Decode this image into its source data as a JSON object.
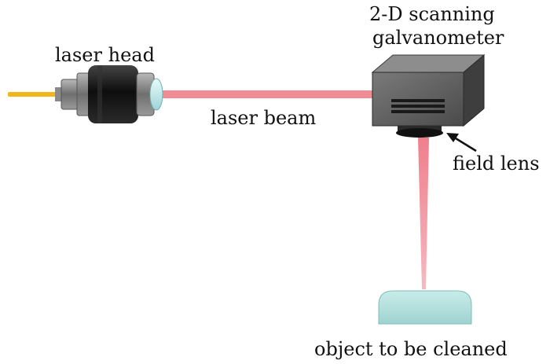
{
  "labels": {
    "laser_head": "laser head",
    "galvanometer_line1": "2-D scanning",
    "galvanometer_line2": "galvanometer",
    "laser_beam": "laser beam",
    "field_lens": "field lens",
    "object": "object to be cleaned"
  },
  "colors": {
    "fiber": "#f2b51c",
    "laser_beam": "#f08c96",
    "head_body": "#1f1f1f",
    "head_metal": "#7a7a7a",
    "head_window": "#bfe7e8",
    "galvo_body": "#5e5e5e",
    "object": "#a9dcd8"
  },
  "icons": [
    "optical-fiber-icon",
    "laser-head-icon",
    "galvanometer-icon",
    "field-lens-icon",
    "cleaning-object-icon",
    "arrow-icon"
  ]
}
